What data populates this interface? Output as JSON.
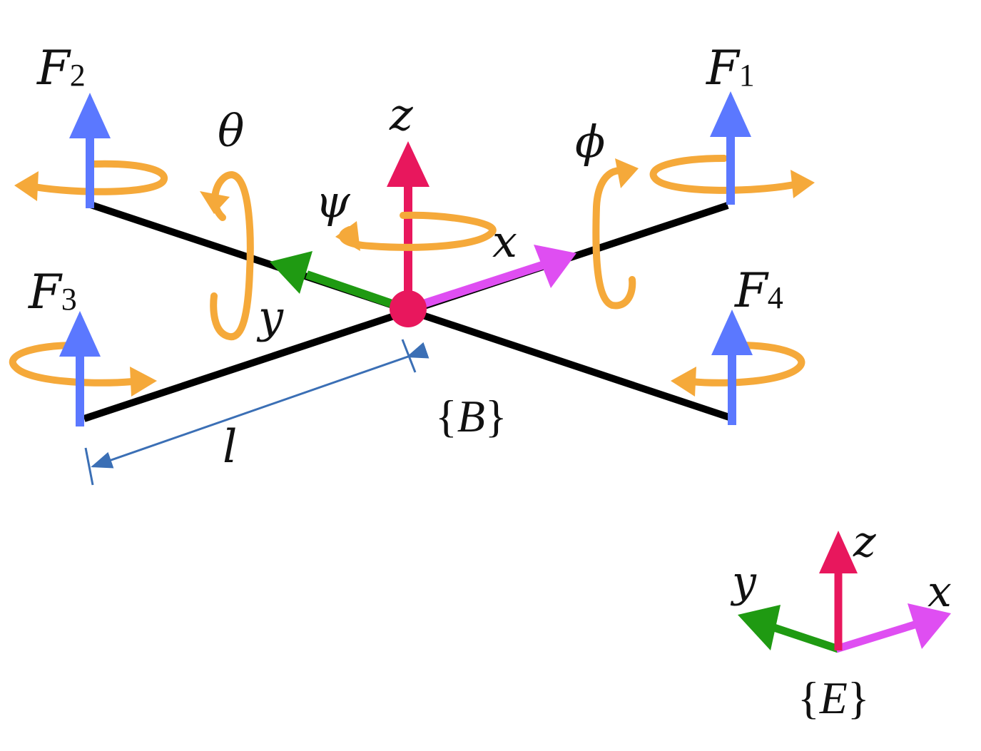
{
  "colors": {
    "arm": "#000000",
    "thrust": "#5b78ff",
    "rotation": "#f5a93a",
    "z_axis": "#e8175d",
    "x_axis": "#df4ef2",
    "y_axis": "#1f9a12",
    "dimension": "#3b6fb5"
  },
  "forces": {
    "f1": {
      "main": "F",
      "sub": "1"
    },
    "f2": {
      "main": "F",
      "sub": "2"
    },
    "f3": {
      "main": "F",
      "sub": "3"
    },
    "f4": {
      "main": "F",
      "sub": "4"
    }
  },
  "angles": {
    "roll": "ϕ",
    "pitch": "θ",
    "yaw": "ψ"
  },
  "body_frame": {
    "name": "{B}",
    "name_open": "{",
    "name_letter": "B",
    "name_close": "}",
    "x": "x",
    "y": "y",
    "z": "z"
  },
  "earth_frame": {
    "name": "{E}",
    "name_open": "{",
    "name_letter": "E",
    "name_close": "}",
    "x": "x",
    "y": "y",
    "z": "z"
  },
  "arm_length": "l"
}
